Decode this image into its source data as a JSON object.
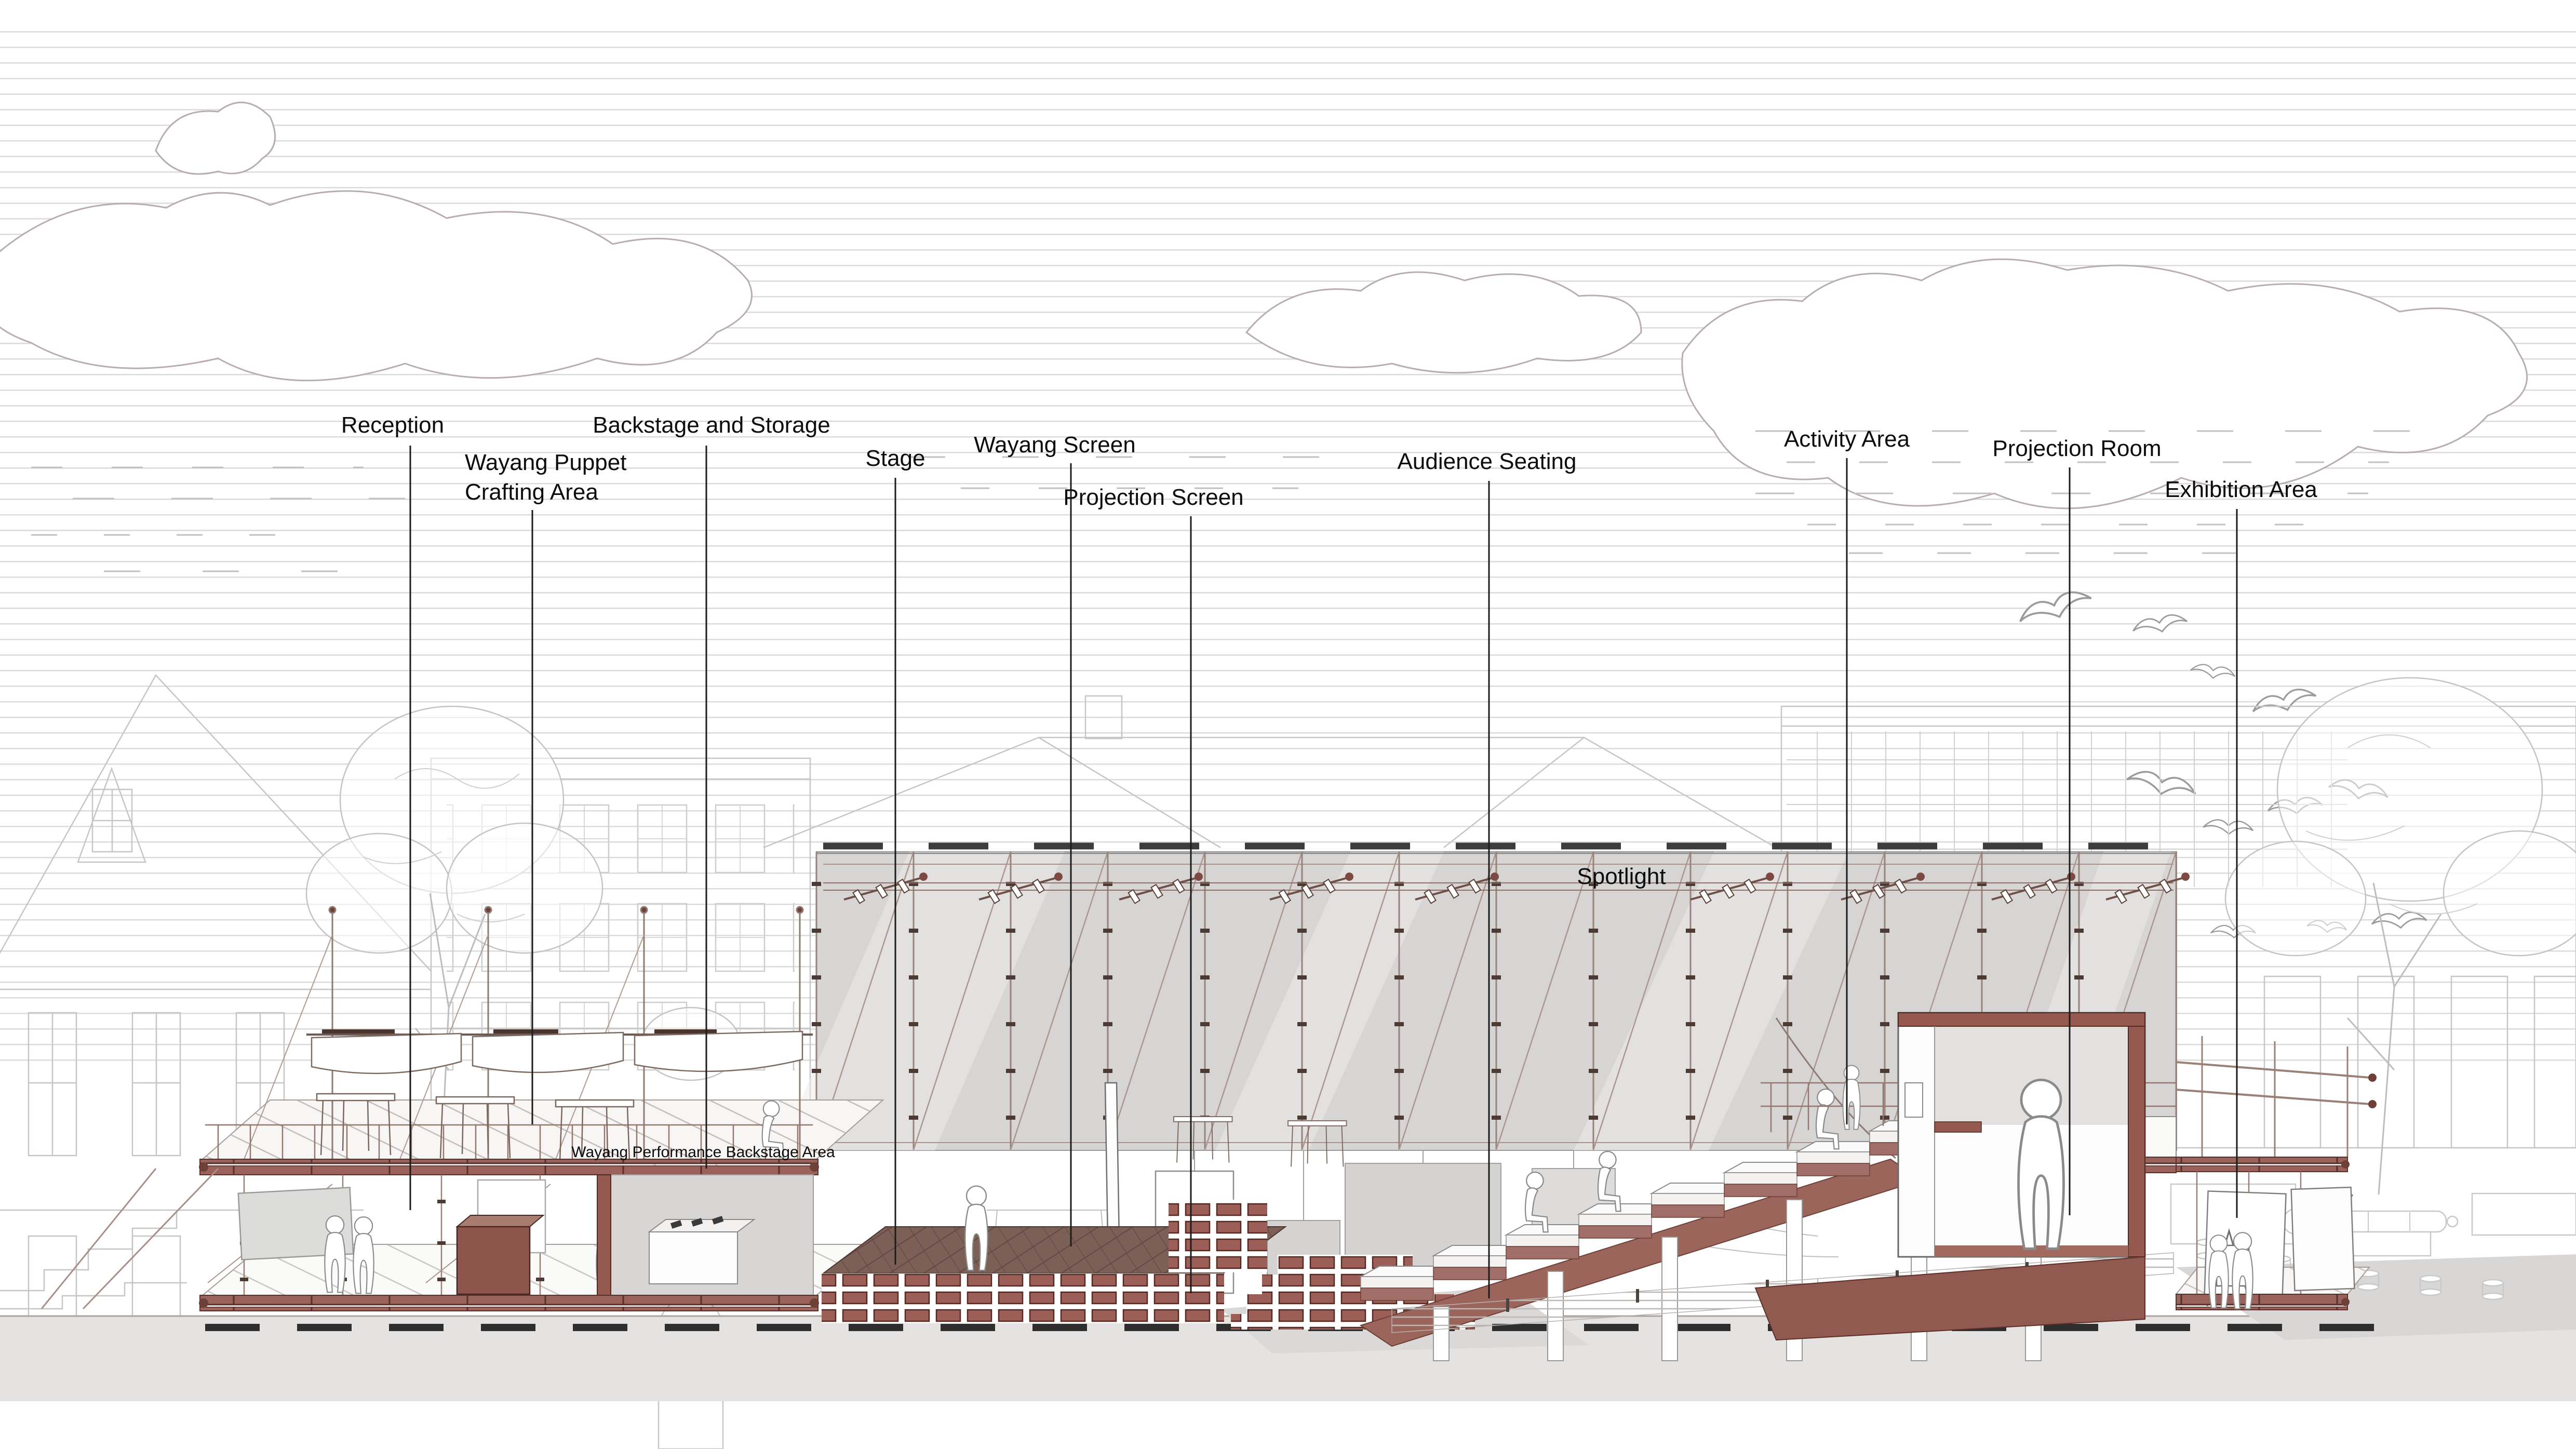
{
  "labels": {
    "reception": "Reception",
    "backstage_and_storage": "Backstage and Storage",
    "wayang_puppet_crafting_line1": "Wayang Puppet",
    "wayang_puppet_crafting_line2": "Crafting Area",
    "stage": "Stage",
    "wayang_screen": "Wayang Screen",
    "projection_screen": "Projection Screen",
    "audience_seating": "Audience Seating",
    "activity_area": "Activity Area",
    "projection_room": "Projection Room",
    "exhibition_area": "Exhibition Area",
    "spotlight": "Spotlight",
    "wayang_performance_backstage_area": "Wayang Performance Backstage Area"
  },
  "colors": {
    "accent_maroon": "#9a625a",
    "maroon_dark_outline": "#55281f",
    "section_gray": "#d6d5d4",
    "ground_gray": "#e4e3e2",
    "sky_line_gray": "#dcdbdb",
    "background_line_gray": "#c6c6c6",
    "road_dash_black": "#2e2e2e",
    "label_black": "#0d0d0d"
  }
}
